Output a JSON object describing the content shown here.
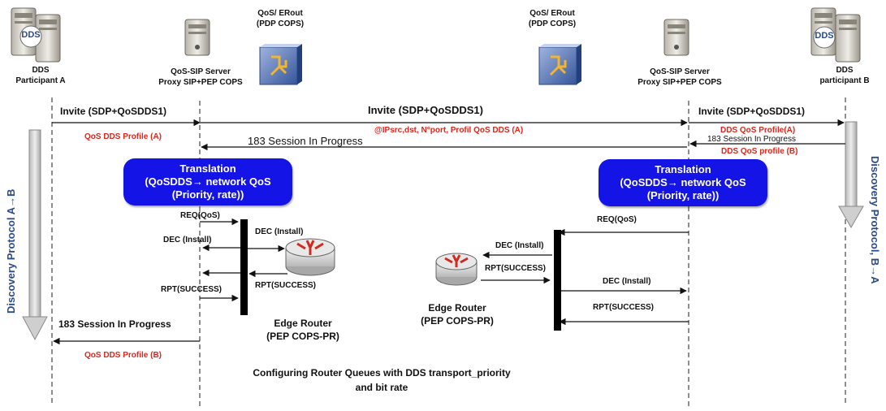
{
  "nodes": {
    "participant_a": [
      "DDS",
      "Participant A"
    ],
    "server_left": [
      "QoS-SIP Server",
      "Proxy SIP+PEP COPS"
    ],
    "server_right": [
      "QoS-SIP Server",
      "Proxy SIP+PEP COPS"
    ],
    "participant_b": [
      "DDS",
      "participant B"
    ],
    "pdp_left": [
      "QoS/ ERout",
      "(PDP COPS)"
    ],
    "pdp_right": [
      "QoS/ ERout",
      "(PDP COPS)"
    ],
    "dds_logo": "DDS"
  },
  "messages": {
    "invite_a": "Invite (SDP+QoSDDS1)",
    "invite_mid": "Invite (SDP+QoSDDS1)",
    "invite_b": "Invite (SDP+QoSDDS1)",
    "profile_a_red": "QoS DDS Profile (A)",
    "mid_red": "@IPsrc,dst, N°port, Profil QoS DDS (A)",
    "dds_profile_a_red": "DDS QoS Profile(A)",
    "session_b_small": "183 Session In Progress",
    "dds_profile_b_red": "DDS QoS profile (B)",
    "session_mid": "183 Session In Progress",
    "session_left_bottom": "183 Session In Progress",
    "profile_b_red_bottom": "QoS DDS Profile (B)"
  },
  "translation_boxes": {
    "left": [
      "Translation",
      "(QoSDDS→ network QoS",
      "(Priority, rate))"
    ],
    "right": [
      "Translation",
      "(QoSDDS→ network QoS",
      "(Priority, rate))"
    ]
  },
  "cops_left": {
    "req": "REQ(QoS)",
    "dec1": "DEC (Install)",
    "dec2": "DEC (Install)",
    "rpt1": "RPT(SUCCESS)",
    "rpt2": "RPT(SUCCESS)"
  },
  "cops_right": {
    "req": "REQ(QoS)",
    "dec1": "DEC (Install)",
    "rpt1": "RPT(SUCCESS)",
    "dec2": "DEC (Install)",
    "rpt2": "RPT(SUCCESS)"
  },
  "edge_router_left": [
    "Edge Router",
    "(PEP COPS-PR)"
  ],
  "edge_router_right": [
    "Edge Router",
    "(PEP COPS-PR)"
  ],
  "side_labels": {
    "left": "Discovery Protocol A→B",
    "right": "Discovery Protocol, B→A"
  },
  "footer": [
    "Configuring Router Queues with DDS transport_priority",
    "and  bit rate"
  ],
  "colors": {
    "message_red": "#e0251b",
    "box_blue": "#1414e6",
    "side_label_blue": "#2a4a8a"
  }
}
